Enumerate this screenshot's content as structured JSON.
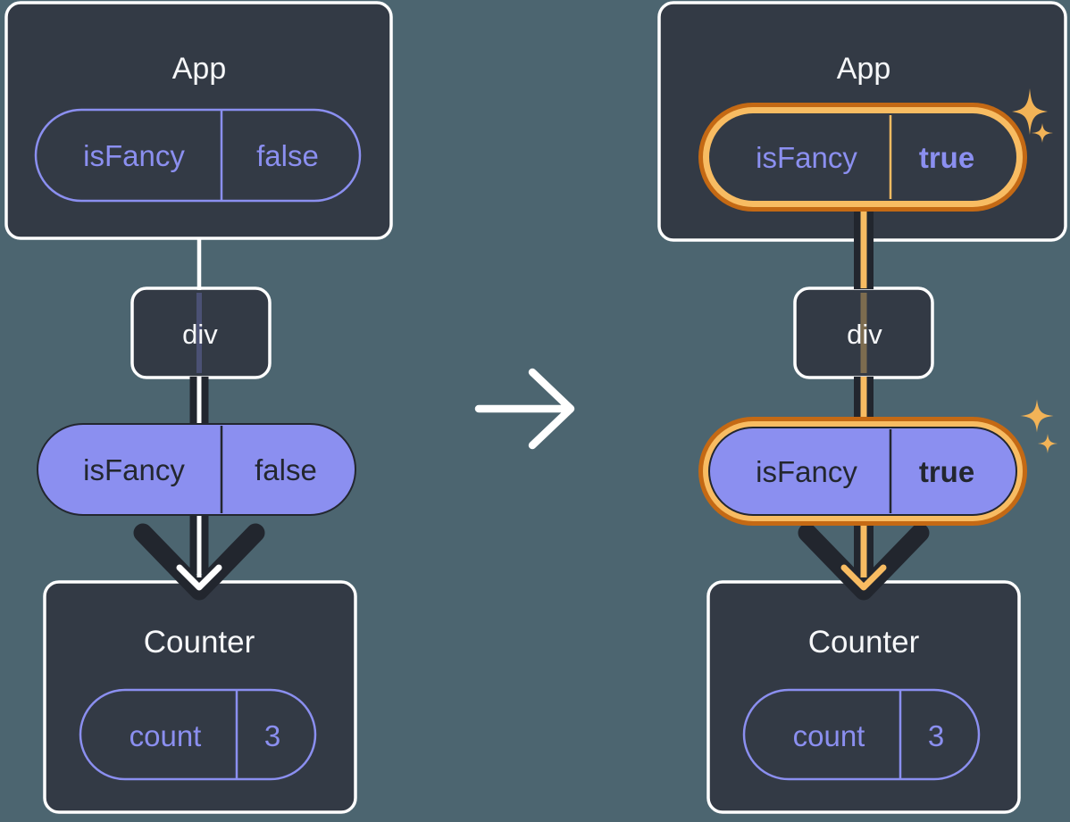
{
  "colors": {
    "bg": "#4C6570",
    "card": "#333A45",
    "cardBorder": "#FFFFFF",
    "white": "#FFFFFF",
    "textLight": "#F6F7F9",
    "purple": "#8B8FF0",
    "purpleFaint": "rgba(139,143,240,0.28)",
    "ink": "#23272F",
    "arrowDark": "#22262E",
    "orangeDark": "#C46914",
    "orangeLight": "#F8BC62",
    "orangeFaint": "rgba(248,188,98,0.38)",
    "sparkle": "#F2B357"
  },
  "panels": {
    "before": {
      "app": {
        "title": "App",
        "prop": {
          "name": "isFancy",
          "value": "false"
        }
      },
      "div_node": {
        "label": "div"
      },
      "passed_prop": {
        "name": "isFancy",
        "value": "false"
      },
      "counter": {
        "title": "Counter",
        "state": {
          "name": "count",
          "value": "3"
        }
      }
    },
    "after": {
      "app": {
        "title": "App",
        "prop": {
          "name": "isFancy",
          "value": "true"
        }
      },
      "div_node": {
        "label": "div"
      },
      "passed_prop": {
        "name": "isFancy",
        "value": "true"
      },
      "counter": {
        "title": "Counter",
        "state": {
          "name": "count",
          "value": "3"
        }
      }
    }
  }
}
